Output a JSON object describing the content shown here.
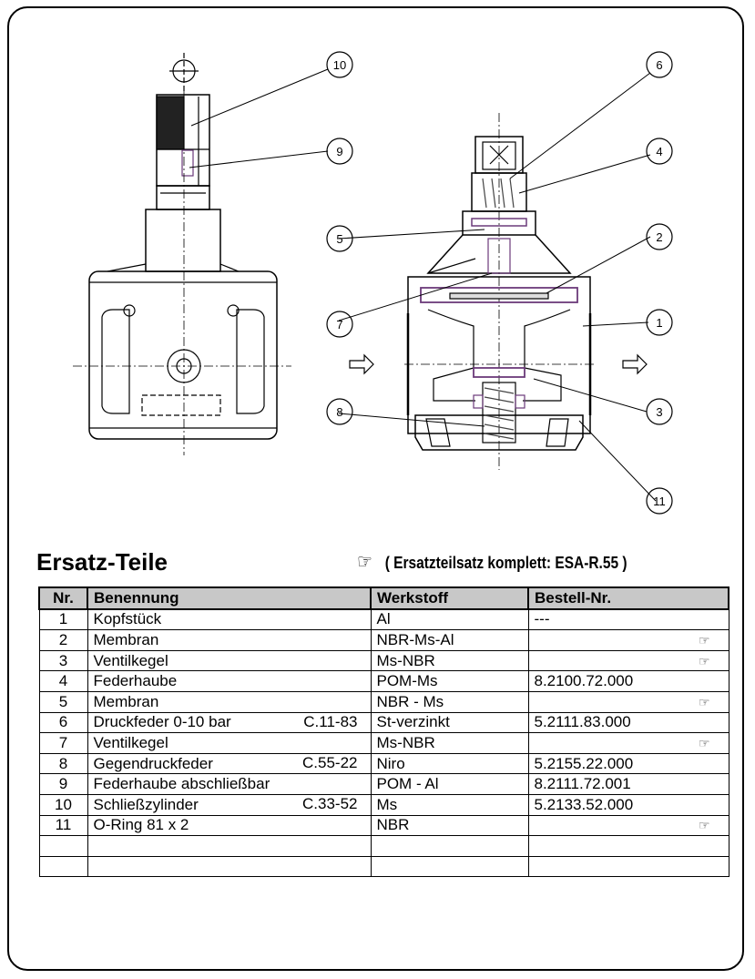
{
  "labels": [
    "1",
    "2",
    "3",
    "4",
    "5",
    "6",
    "7",
    "8",
    "9",
    "10",
    "11"
  ],
  "section_title": "Ersatz-Teile",
  "kit_note": {
    "icon": "pointing-hand-icon",
    "text": "( Ersatzteilsatz komplett: ESA-R.55 )"
  },
  "table": {
    "headers": [
      "Nr.",
      "Benennung",
      "Werkstoff",
      "Bestell-Nr."
    ],
    "rows": [
      {
        "nr": "1",
        "name": "Kopfstück",
        "cat": "",
        "material": "Al",
        "order": "---",
        "hand": false
      },
      {
        "nr": "2",
        "name": "Membran",
        "cat": "",
        "material": "NBR-Ms-Al",
        "order": "",
        "hand": true
      },
      {
        "nr": "3",
        "name": " Ventilkegel",
        "cat": "",
        "material": "Ms-NBR",
        "order": "",
        "hand": true
      },
      {
        "nr": "4",
        "name": "Federhaube",
        "cat": "",
        "material": "POM-Ms",
        "order": "8.2100.72.000",
        "hand": false
      },
      {
        "nr": "5",
        "name": "Membran",
        "cat": "",
        "material": "NBR - Ms",
        "order": "",
        "hand": true
      },
      {
        "nr": "6",
        "name": "Druckfeder 0-10 bar",
        "cat": "C.11-83",
        "material": "St-verzinkt",
        "order": "5.2111.83.000",
        "hand": false
      },
      {
        "nr": "7",
        "name": " Ventilkegel",
        "cat": "",
        "material": "Ms-NBR",
        "order": "",
        "hand": true
      },
      {
        "nr": "8",
        "name": "Gegendruckfeder",
        "cat": "C.55-22",
        "material": "Niro",
        "order": "5.2155.22.000",
        "hand": false
      },
      {
        "nr": "9",
        "name": "Federhaube abschließbar",
        "cat": "",
        "material": "POM - Al",
        "order": "8.2111.72.001",
        "hand": false
      },
      {
        "nr": "10",
        "name": "Schließzylinder",
        "cat": "C.33-52",
        "material": "Ms",
        "order": "5.2133.52.000",
        "hand": false
      },
      {
        "nr": "11",
        "name": "O-Ring 81 x 2",
        "cat": "",
        "material": "NBR",
        "order": "",
        "hand": true
      }
    ],
    "empty_rows": 2
  }
}
